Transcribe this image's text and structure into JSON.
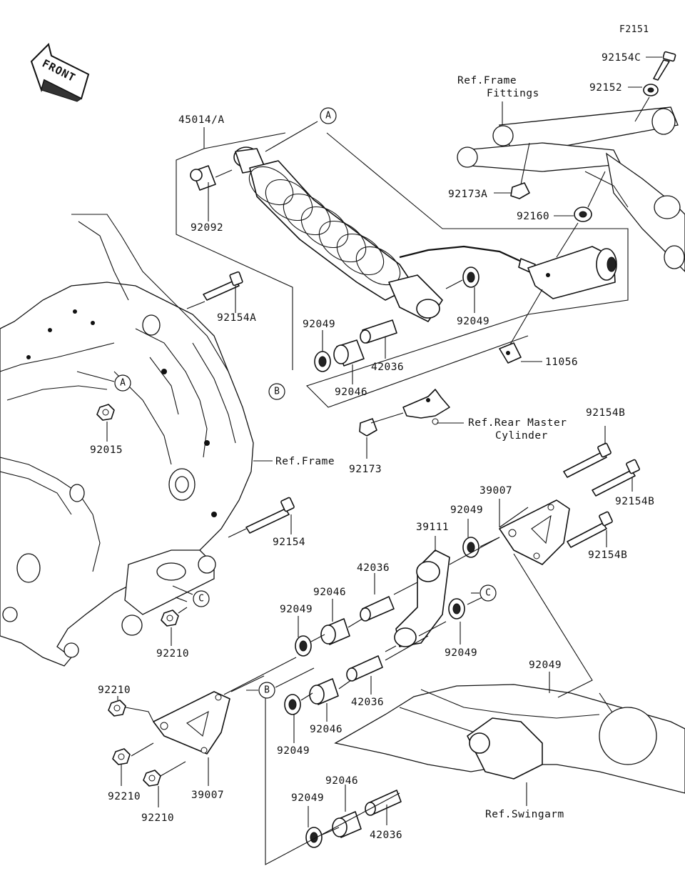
{
  "figure_code": "F2151",
  "front_arrow_label": "FRONT",
  "labels": [
    {
      "id": "l-45014A",
      "text": "45014/A"
    },
    {
      "id": "l-92092",
      "text": "92092"
    },
    {
      "id": "l-92154A",
      "text": "92154A"
    },
    {
      "id": "l-92049-a",
      "text": "92049"
    },
    {
      "id": "l-92049-b",
      "text": "92049"
    },
    {
      "id": "l-42036-a",
      "text": "42036"
    },
    {
      "id": "l-92046-a",
      "text": "92046"
    },
    {
      "id": "l-92015",
      "text": "92015"
    },
    {
      "id": "l-92154C",
      "text": "92154C"
    },
    {
      "id": "l-92152",
      "text": "92152"
    },
    {
      "id": "l-92173A",
      "text": "92173A"
    },
    {
      "id": "l-92160",
      "text": "92160"
    },
    {
      "id": "l-11056",
      "text": "11056"
    },
    {
      "id": "l-92173",
      "text": "92173"
    },
    {
      "id": "l-92154B-a",
      "text": "92154B"
    },
    {
      "id": "l-92154B-b",
      "text": "92154B"
    },
    {
      "id": "l-92154B-c",
      "text": "92154B"
    },
    {
      "id": "l-39007-a",
      "text": "39007"
    },
    {
      "id": "l-92049-c",
      "text": "92049"
    },
    {
      "id": "l-39111",
      "text": "39111"
    },
    {
      "id": "l-92154",
      "text": "92154"
    },
    {
      "id": "l-42036-b",
      "text": "42036"
    },
    {
      "id": "l-92046-b",
      "text": "92046"
    },
    {
      "id": "l-92049-d",
      "text": "92049"
    },
    {
      "id": "l-92049-e",
      "text": "92049"
    },
    {
      "id": "l-92210-a",
      "text": "92210"
    },
    {
      "id": "l-92049-f",
      "text": "92049"
    },
    {
      "id": "l-42036-c",
      "text": "42036"
    },
    {
      "id": "l-92046-c",
      "text": "92046"
    },
    {
      "id": "l-92049-g",
      "text": "92049"
    },
    {
      "id": "l-92210-b",
      "text": "92210"
    },
    {
      "id": "l-92210-c",
      "text": "92210"
    },
    {
      "id": "l-92210-d",
      "text": "92210"
    },
    {
      "id": "l-39007-b",
      "text": "39007"
    },
    {
      "id": "l-92046-d",
      "text": "92046"
    },
    {
      "id": "l-92049-h",
      "text": "92049"
    },
    {
      "id": "l-42036-d",
      "text": "42036"
    }
  ],
  "refs": {
    "frame_fittings_1": "Ref.Frame",
    "frame_fittings_2": "Fittings",
    "frame": "Ref.Frame",
    "rear_master_1": "Ref.Rear Master",
    "rear_master_2": "Cylinder",
    "swingarm": "Ref.Swingarm"
  },
  "callouts": {
    "a_top": "A",
    "a_frame": "A",
    "b_mid": "B",
    "b_low": "B",
    "c_frame": "C",
    "c_link": "C"
  }
}
